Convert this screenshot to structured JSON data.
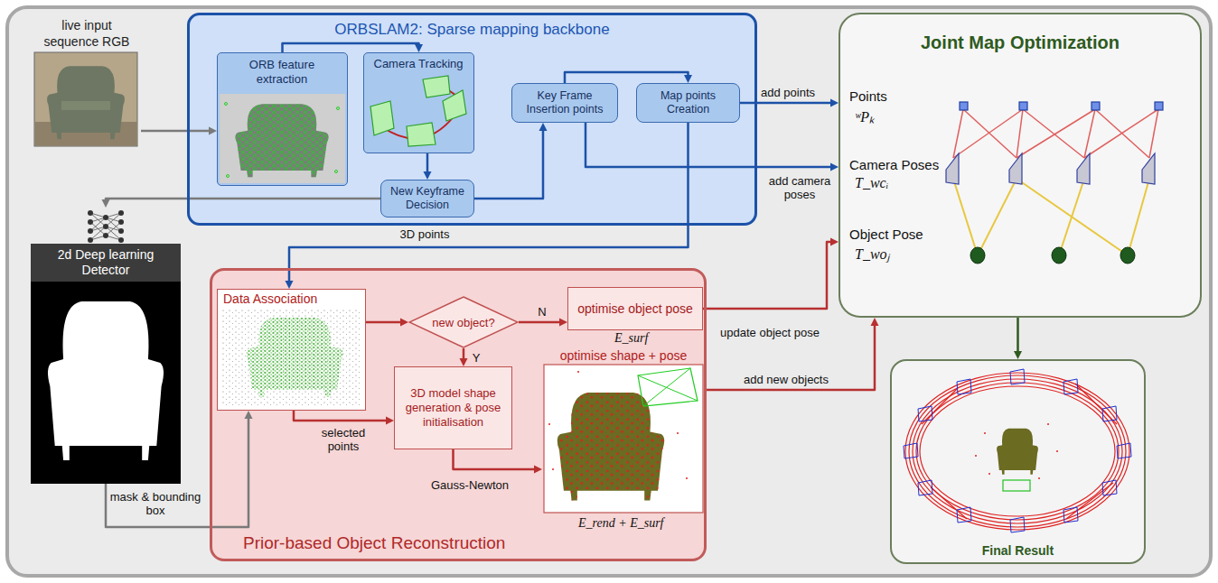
{
  "diagram": {
    "nodes": [
      {
        "text": [
          "live input sequence RGB"
        ]
      },
      {
        "text": [
          "ORBSLAM2: Sparse mapping backbone"
        ]
      },
      {
        "text": [
          "ORB feature extraction"
        ],
        "in": 1
      },
      {
        "text": [
          "Camera Tracking"
        ],
        "in": 1
      },
      {
        "text": [
          "Key Frame Insertion points"
        ],
        "in": 1
      },
      {
        "text": [
          "Map points Creation"
        ],
        "in": 1
      },
      {
        "text": [
          "New Keyframe Decision"
        ],
        "in": 1
      },
      {
        "text": [
          "Joint Map Optimization"
        ]
      },
      {
        "text": [
          "2d Deep learning Detector"
        ]
      },
      {
        "text": [
          "Prior-based Object Reconstruction"
        ]
      },
      {
        "text": [
          "Data Association"
        ],
        "in": 9
      },
      {
        "text": [
          "new object?"
        ],
        "in": 9
      },
      {
        "text": [
          "optimise object pose"
        ],
        "in": 9
      },
      {
        "text": [
          "3D model shape generation & pose initialisation"
        ],
        "in": 9
      },
      {
        "text": [
          "optimise shape + pose"
        ],
        "in": 9
      },
      {
        "text": [
          "Final Result"
        ]
      }
    ],
    "edges": [
      {
        "from": 0,
        "to": 2,
        "arrow": "to"
      },
      {
        "from": 2,
        "to": 3,
        "arrow": "to"
      },
      {
        "from": 3,
        "to": 6,
        "arrow": "to"
      },
      {
        "from": 6,
        "to": 4,
        "arrow": "to"
      },
      {
        "from": 4,
        "to": 5,
        "arrow": "to"
      },
      {
        "from": 5,
        "to": 7,
        "label": "add points",
        "arrow": "to"
      },
      {
        "from": 4,
        "to": 7,
        "label": "add camera poses",
        "arrow": "to"
      },
      {
        "from": 6,
        "to": 8,
        "arrow": "to"
      },
      {
        "from": 5,
        "to": 10,
        "label": "3D points",
        "arrow": "to"
      },
      {
        "from": 8,
        "to": 10,
        "label": "mask & bounding box",
        "arrow": "to"
      },
      {
        "from": 10,
        "to": 11,
        "arrow": "to"
      },
      {
        "from": 11,
        "to": 12,
        "label": "N",
        "arrow": "to"
      },
      {
        "from": 11,
        "to": 13,
        "label": "Y",
        "arrow": "to"
      },
      {
        "from": 10,
        "to": 13,
        "label": "selected points",
        "arrow": "to"
      },
      {
        "from": 13,
        "to": 14,
        "label": "Gauss-Newton",
        "arrow": "to"
      },
      {
        "from": 12,
        "to": 7,
        "label": "update object pose",
        "arrow": "to"
      },
      {
        "from": 14,
        "to": 7,
        "label": "add new objects",
        "arrow": "to"
      },
      {
        "from": 7,
        "to": 15,
        "arrow": "to"
      }
    ],
    "labels": [
      "Points",
      "ʷPₖ",
      "Camera Poses",
      "T_wcᵢ",
      "Object Pose",
      "T_woⱼ",
      "E_surf",
      "E_rend + E_surf"
    ]
  }
}
